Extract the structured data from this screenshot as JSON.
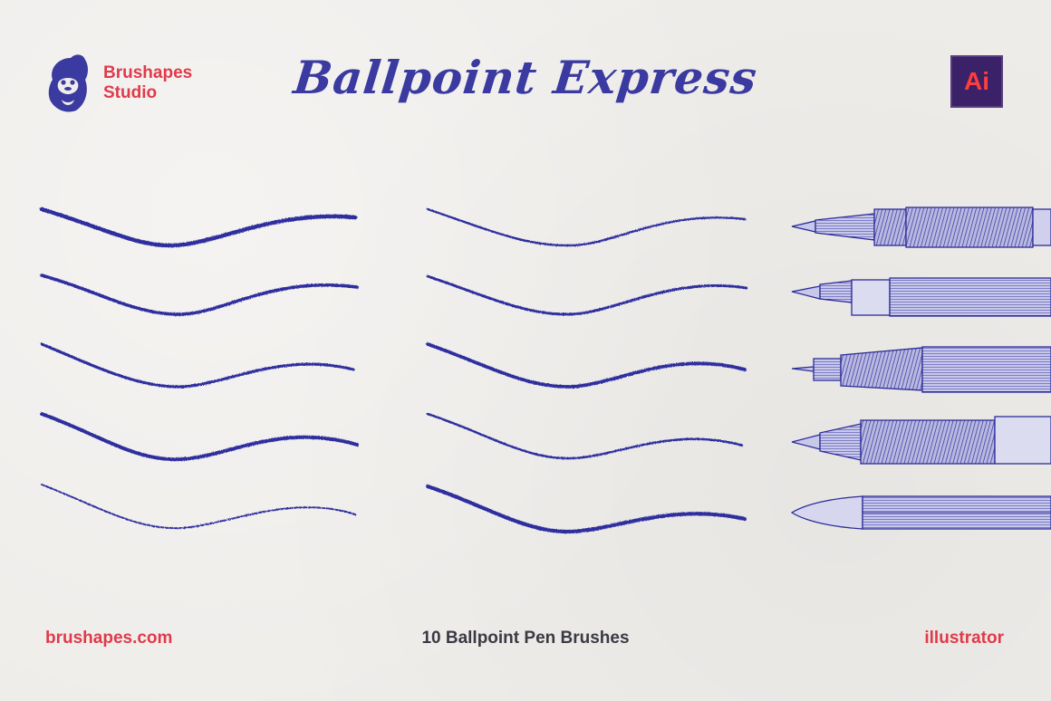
{
  "brand": {
    "line1": "Brushapes",
    "line2": "Studio",
    "logo_icon": "gorilla-logo-icon"
  },
  "title": "Ballpoint Express",
  "badge": {
    "label": "Ai",
    "icon": "adobe-illustrator-icon"
  },
  "footer": {
    "website": "brushapes.com",
    "tagline": "10 Ballpoint Pen Brushes",
    "app": "illustrator"
  },
  "colors": {
    "ink": "#2f2f9e",
    "accent": "#e03a4a",
    "paper": "#efedea",
    "badge_bg": "#3b2168",
    "badge_text": "#ff3d3d"
  },
  "pens": [
    "fountain-pen-icon",
    "nib-pen-icon",
    "technical-pen-icon",
    "fineliner-pen-icon",
    "pencil-icon"
  ]
}
